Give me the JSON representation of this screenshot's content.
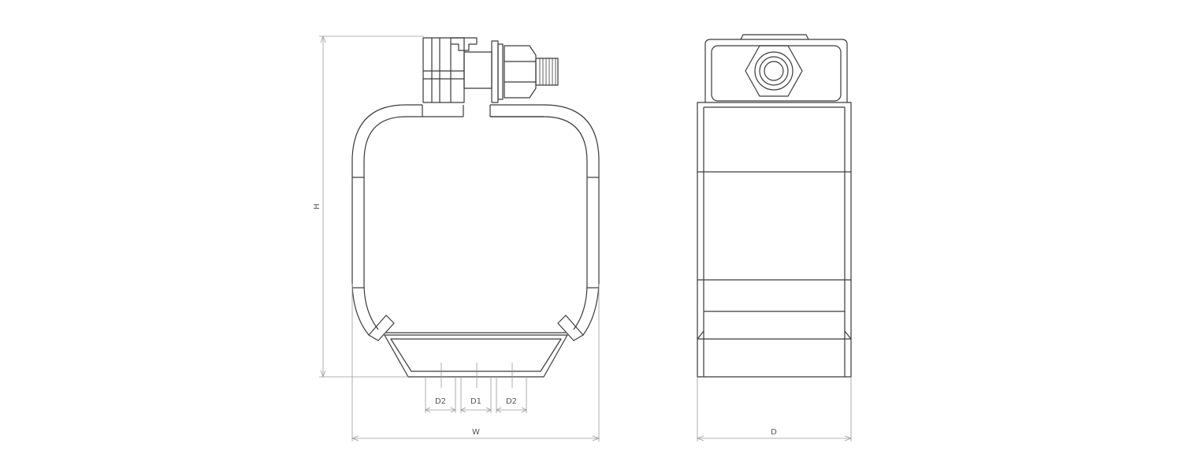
{
  "colors": {
    "outline": "#3a3a3a",
    "dimension": "#9a9a9a",
    "label": "#555555",
    "background": "#ffffff"
  },
  "views": {
    "front": {
      "dimensions": {
        "height": "H",
        "width": "W",
        "d1": "D1",
        "d2_left": "D2",
        "d2_right": "D2"
      }
    },
    "side": {
      "dimensions": {
        "depth": "D"
      }
    }
  }
}
